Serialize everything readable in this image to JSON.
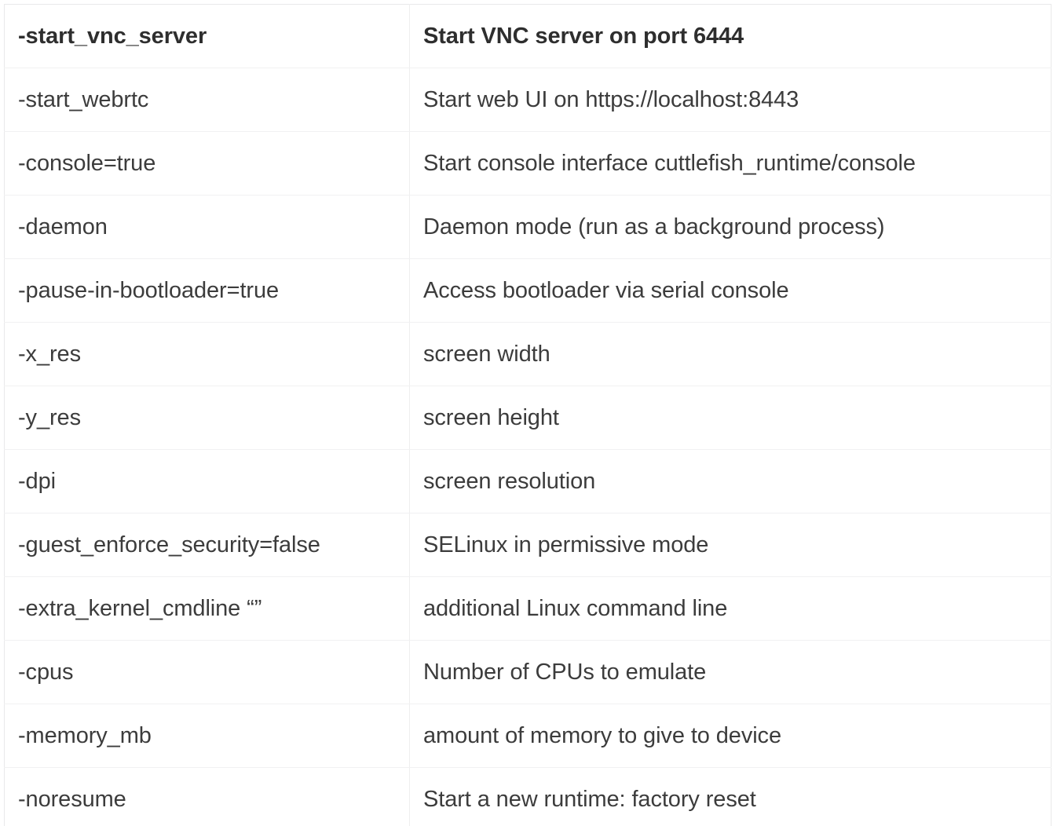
{
  "table": {
    "columns": [
      {
        "key": "flag",
        "header": "-start_vnc_server"
      },
      {
        "key": "description",
        "header": "Start VNC server on port 6444"
      }
    ],
    "header_row": {
      "flag": "-start_vnc_server",
      "description": "Start VNC server on port 6444"
    },
    "rows": [
      {
        "flag": "-start_webrtc",
        "description": "Start web UI on https://localhost:8443"
      },
      {
        "flag": "-console=true",
        "description": "Start console interface cuttlefish_runtime/console"
      },
      {
        "flag": "-daemon",
        "description": "Daemon mode (run as a background process)"
      },
      {
        "flag": "-pause-in-bootloader=true",
        "description": "Access bootloader via serial console"
      },
      {
        "flag": "-x_res",
        "description": "screen width"
      },
      {
        "flag": "-y_res",
        "description": "screen height"
      },
      {
        "flag": "-dpi",
        "description": "screen resolution"
      },
      {
        "flag": "-guest_enforce_security=false",
        "description": "SELinux in permissive mode"
      },
      {
        "flag": "-extra_kernel_cmdline “”",
        "description": "additional Linux command line"
      },
      {
        "flag": "-cpus",
        "description": "Number of CPUs to emulate"
      },
      {
        "flag": "-memory_mb",
        "description": "amount of memory to give to device"
      },
      {
        "flag": "-noresume",
        "description": "Start a new runtime: factory reset"
      }
    ]
  },
  "colors": {
    "text": "#3c3c3c",
    "header_text": "#2e2e2e",
    "outer_border": "#e9e9ea",
    "row_border": "#f1f1f2",
    "column_border": "#eeeeef",
    "background": "#ffffff"
  }
}
